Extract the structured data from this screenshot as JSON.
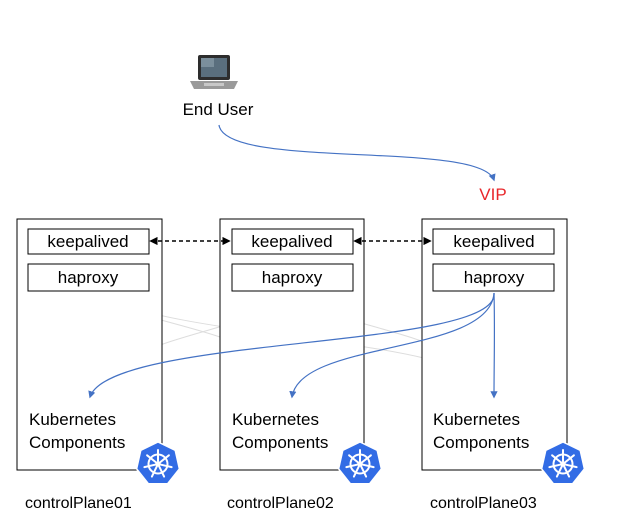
{
  "end_user": {
    "label": "End User",
    "icon": "laptop-icon"
  },
  "vip": {
    "label": "VIP",
    "color": "#e8262a"
  },
  "colors": {
    "route_blue": "#4472c4",
    "faint_gray": "#dddddd",
    "k8s_blue": "#326ce5"
  },
  "nodes": [
    {
      "name": "controlPlane01",
      "keepalived": "keepalived",
      "haproxy": "haproxy",
      "components_line1": "Kubernetes",
      "components_line2": "Components",
      "logo": "kubernetes-logo-icon"
    },
    {
      "name": "controlPlane02",
      "keepalived": "keepalived",
      "haproxy": "haproxy",
      "components_line1": "Kubernetes",
      "components_line2": "Components",
      "logo": "kubernetes-logo-icon"
    },
    {
      "name": "controlPlane03",
      "keepalived": "keepalived",
      "haproxy": "haproxy",
      "components_line1": "Kubernetes",
      "components_line2": "Components",
      "logo": "kubernetes-logo-icon"
    }
  ]
}
